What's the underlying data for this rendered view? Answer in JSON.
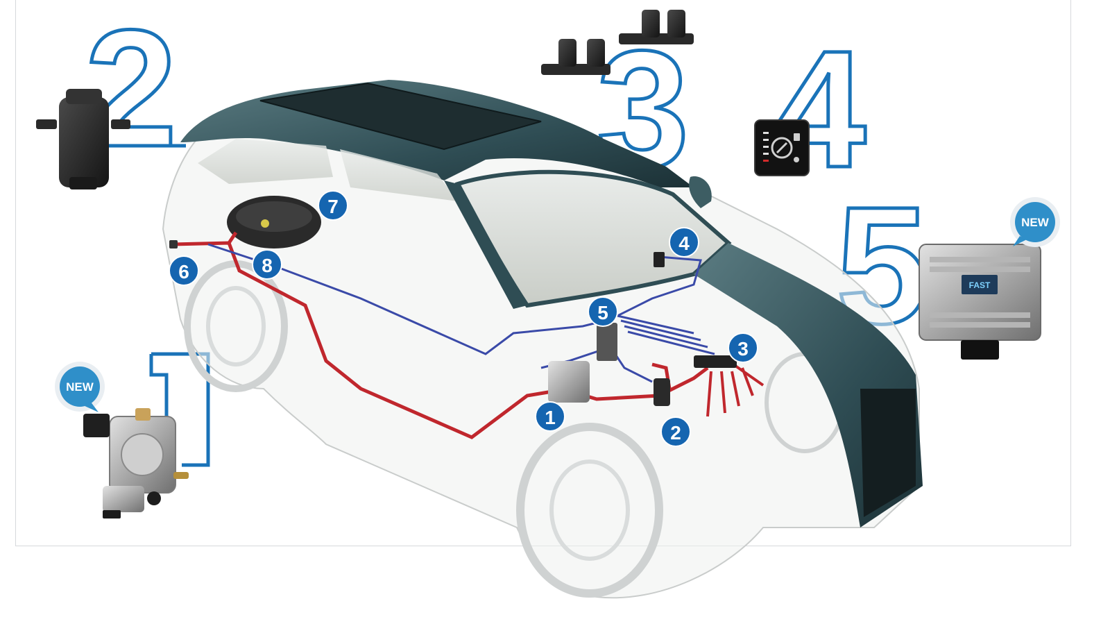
{
  "colors": {
    "accent": "#1a73b8",
    "badge": "#1565b0",
    "gas_line": "#c0272d",
    "signal_line": "#3a4aa8",
    "car_body": "#3d5d63",
    "new_badge": "#2f8fc9"
  },
  "big_numbers": [
    {
      "id": "1",
      "text": "1"
    },
    {
      "id": "2",
      "text": "2"
    },
    {
      "id": "3",
      "text": "3"
    },
    {
      "id": "4",
      "text": "4"
    },
    {
      "id": "5",
      "text": "5"
    }
  ],
  "car_badges": [
    {
      "id": "1",
      "text": "1"
    },
    {
      "id": "2",
      "text": "2"
    },
    {
      "id": "3",
      "text": "3"
    },
    {
      "id": "4",
      "text": "4"
    },
    {
      "id": "5",
      "text": "5"
    },
    {
      "id": "6",
      "text": "6"
    },
    {
      "id": "7",
      "text": "7"
    },
    {
      "id": "8",
      "text": "8"
    }
  ],
  "new_labels": {
    "reducer": "NEW",
    "ecu": "NEW"
  },
  "ecu_brand": "FAST",
  "components": [
    {
      "name": "pressure-reducer",
      "icon": "reducer-icon"
    },
    {
      "name": "gas-filter",
      "icon": "filter-icon"
    },
    {
      "name": "injector-rail",
      "icon": "injector-icon"
    },
    {
      "name": "fuel-switch",
      "icon": "switch-icon"
    },
    {
      "name": "ecu",
      "icon": "ecu-icon"
    }
  ]
}
